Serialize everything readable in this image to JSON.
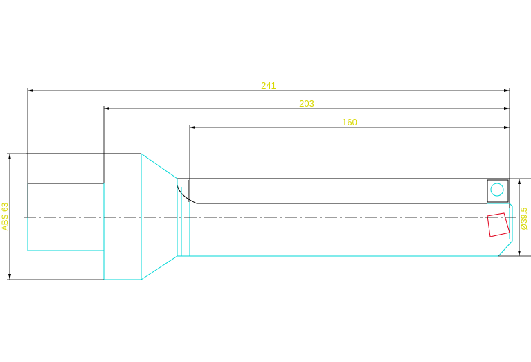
{
  "colors": {
    "background": "#ffffff",
    "outline_black": "#000000",
    "outline_cyan": "#00d7d7",
    "insert_red": "#e0001b",
    "dimension_text": "#d8d800"
  },
  "dimensions": {
    "overall_length": "241",
    "shank_to_tip": "203",
    "body_length": "160",
    "shank_diameter": "ABS 63",
    "cut_diameter": "Ø39.5"
  }
}
